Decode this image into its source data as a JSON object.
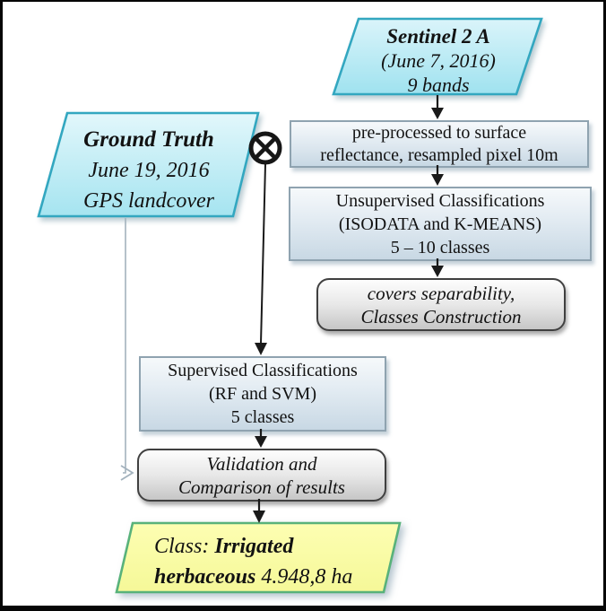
{
  "nodes": {
    "sentinel": {
      "l1": "Sentinel 2 A",
      "l2": "(June 7, 2016)",
      "l3": "9 bands"
    },
    "ground_truth": {
      "l1": "Ground Truth",
      "l2": "June 19, 2016",
      "l3": "GPS landcover"
    },
    "preprocess": {
      "l1": "pre-processed to surface",
      "l2": "reflectance, resampled pixel 10m"
    },
    "unsupervised": {
      "l1": "Unsupervised Classifications",
      "l2": "(ISODATA and K-MEANS)",
      "l3": "5 – 10 classes"
    },
    "covers": {
      "l1": "covers separability,",
      "l2": "Classes Construction"
    },
    "supervised": {
      "l1": "Supervised Classifications",
      "l2": "(RF and SVM)",
      "l3": "5 classes"
    },
    "validation": {
      "l1": "Validation and",
      "l2": "Comparison of results"
    },
    "result": {
      "prefix": "Class:",
      "bold1": "Irrigated",
      "bold2": "herbaceous",
      "area": "4.948,8 ha"
    }
  },
  "icons": {
    "combine": "circled-x-merge-icon"
  },
  "palette": {
    "input_fill_top": "#daf4fa",
    "input_fill_bottom": "#9fe2ef",
    "input_border": "#33a7c0",
    "process_fill_top": "#f6f9fb",
    "process_fill_bottom": "#c8d8e4",
    "process_border": "#8fa3b0",
    "round_fill_top": "#fdfdfd",
    "round_fill_bottom": "#c6c6c6",
    "round_border": "#404040",
    "result_fill_top": "#fdfeb2",
    "result_fill_bottom": "#f5f898",
    "result_border": "#58b27a",
    "arrow_color": "#1a1a1a",
    "ground_truth_link_color": "#a3b2bd"
  }
}
